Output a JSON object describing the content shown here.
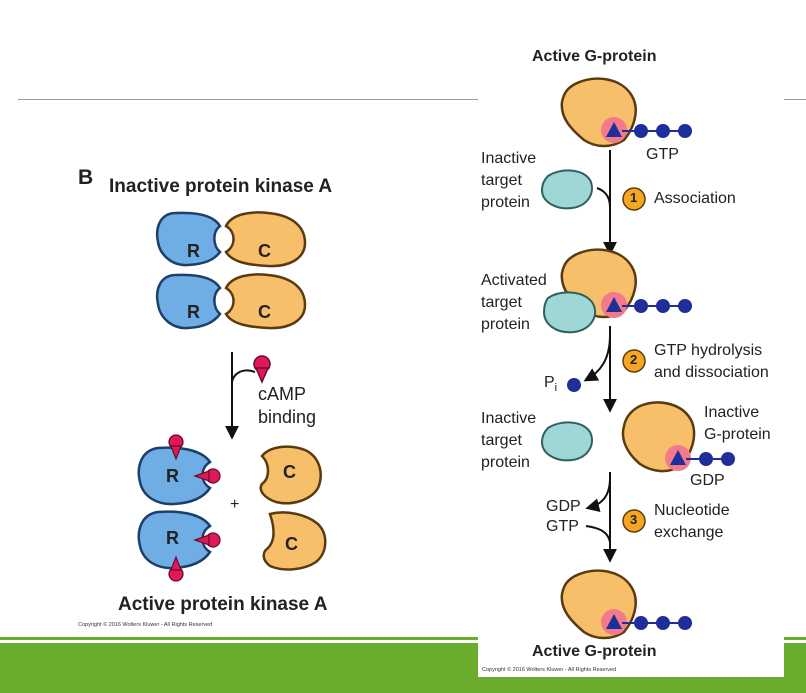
{
  "panel_b": {
    "letter": "B",
    "title_top": "Inactive protein kinase A",
    "title_bottom": "Active protein kinase A",
    "regulatory_label": "R",
    "catalytic_label": "C",
    "camp_label_1": "cAMP",
    "camp_label_2": "binding",
    "plus": "+",
    "copyright": "Copyright © 2016 Wolters Kluwer - All Rights Reserved"
  },
  "panel_g": {
    "title_top": "Active G-protein",
    "title_bottom": "Active G-protein",
    "gtp": "GTP",
    "gdp": "GDP",
    "inactive_target_1": "Inactive",
    "inactive_target_2": "target",
    "inactive_target_3": "protein",
    "activated_target_1": "Activated",
    "activated_target_2": "target",
    "activated_target_3": "protein",
    "step1_num": "1",
    "step1_label": "Association",
    "step2_num": "2",
    "step2_label_1": "GTP hydrolysis",
    "step2_label_2": "and dissociation",
    "pi_p": "P",
    "pi_i": "i",
    "inactive_g_1": "Inactive",
    "inactive_g_2": "G-protein",
    "step3_num": "3",
    "step3_label_1": "Nucleotide",
    "step3_label_2": "exchange",
    "gdp_side": "GDP",
    "gtp_side": "GTP",
    "copyright": "Copyright © 2016 Wolters Kluwer - All Rights Reserved"
  },
  "colors": {
    "regulatory_blue": "#6eaee4",
    "catalytic_orange": "#f7bf6a",
    "camp_red": "#e0185a",
    "target_teal": "#9fd6d6",
    "nucleotide_navy": "#1f2e99",
    "step_badge": "#f5a623",
    "green_band": "#6aac2c"
  }
}
